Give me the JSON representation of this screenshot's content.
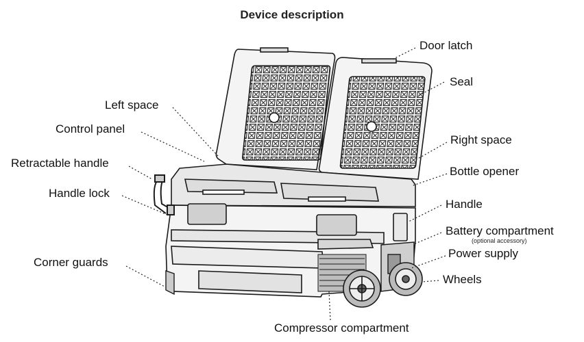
{
  "title": "Device description",
  "labels": {
    "door_latch": "Door latch",
    "seal": "Seal",
    "left_space": "Left space",
    "control_panel": "Control panel",
    "right_space": "Right space",
    "retractable_handle": "Retractable handle",
    "bottle_opener": "Bottle opener",
    "handle_lock": "Handle lock",
    "handle": "Handle",
    "battery_compartment": "Battery compartment",
    "battery_note": "(optional accessory)",
    "power_supply": "Power supply",
    "corner_guards": "Corner guards",
    "wheels": "Wheels",
    "compressor_compartment": "Compressor compartment"
  },
  "colors": {
    "line": "#1a1a1a",
    "body_fill": "#f4f4f4",
    "dark_fill": "#bdbdbd"
  }
}
